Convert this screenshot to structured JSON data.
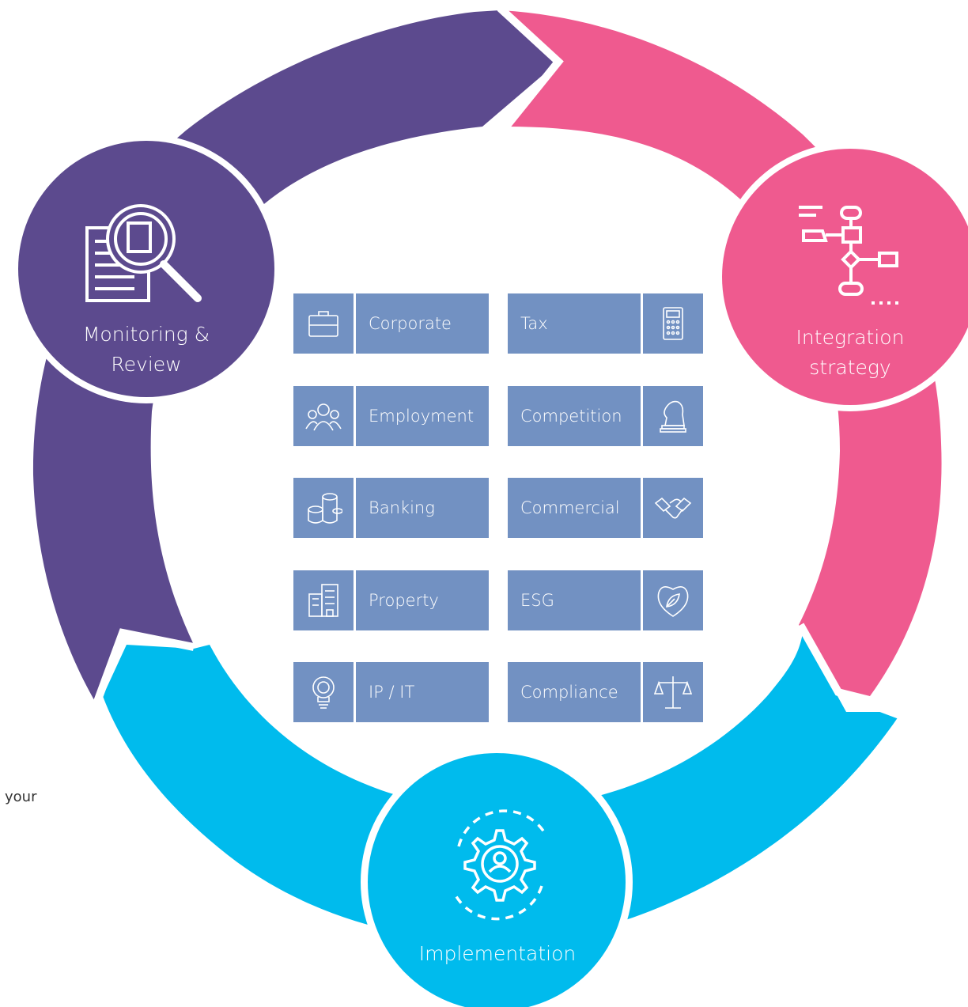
{
  "stages": {
    "monitoring": {
      "line1": "Monitoring &",
      "line2": "Review"
    },
    "integration": {
      "line1": "Integration",
      "line2": "strategy"
    },
    "implementation": {
      "label": "Implementation"
    }
  },
  "side_text": "your",
  "colors": {
    "purple": "#5c4a8e",
    "pink": "#ef5a8f",
    "cyan": "#00bbed",
    "tile": "#7291c2"
  },
  "practice_areas": {
    "left": [
      {
        "label": "Corporate",
        "icon": "briefcase-icon"
      },
      {
        "label": "Employment",
        "icon": "people-icon"
      },
      {
        "label": "Banking",
        "icon": "coins-icon"
      },
      {
        "label": "Property",
        "icon": "buildings-icon"
      },
      {
        "label": "IP / IT",
        "icon": "lightbulb-icon"
      }
    ],
    "right": [
      {
        "label": "Tax",
        "icon": "calculator-icon"
      },
      {
        "label": "Competition",
        "icon": "chess-knight-icon"
      },
      {
        "label": "Commercial",
        "icon": "handshake-icon"
      },
      {
        "label": "ESG",
        "icon": "leaf-heart-icon"
      },
      {
        "label": "Compliance",
        "icon": "scales-icon"
      }
    ]
  }
}
